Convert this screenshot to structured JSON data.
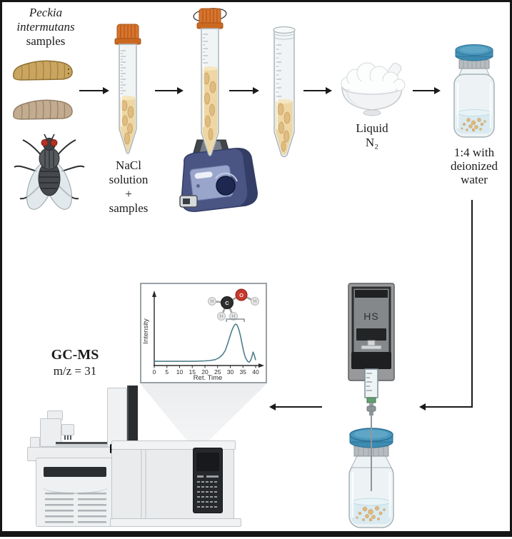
{
  "labels": {
    "specimen": [
      "Peckia",
      "intermutans",
      "samples"
    ],
    "nacl": [
      "NaCl",
      "solution",
      "+",
      "samples"
    ],
    "liquid_n2": [
      "Liquid",
      "N₂"
    ],
    "dilution": [
      "1:4 with",
      "deionized",
      "water"
    ],
    "gcms": [
      "GC-MS",
      "m/z = 31"
    ],
    "headspace": "HS"
  },
  "molecule": {
    "name": "methanol",
    "C": "C",
    "O": "O",
    "H": "H"
  },
  "chart_data": {
    "type": "line",
    "title": "",
    "xlabel": "Ret. Time",
    "ylabel": "Intensity",
    "x_ticks": [
      0,
      5,
      10,
      15,
      20,
      25,
      30,
      35,
      40
    ],
    "xlim": [
      0,
      40
    ],
    "ylim": [
      0,
      1.1
    ],
    "grid": false,
    "legend": null,
    "line_color": "#4e7f8c",
    "series": [
      {
        "name": "headspace GC chromatogram",
        "x": [
          0,
          4,
          8,
          12,
          16,
          20,
          22,
          24,
          25,
          26,
          27,
          28,
          29,
          30,
          30.5,
          31,
          31.5,
          32,
          32.5,
          33,
          33.5,
          34,
          34.5,
          35,
          35.5,
          36,
          36.5,
          37,
          37.5,
          38,
          38.5,
          39,
          39.5,
          40
        ],
        "y": [
          0.07,
          0.07,
          0.07,
          0.07,
          0.07,
          0.08,
          0.09,
          0.11,
          0.14,
          0.18,
          0.24,
          0.34,
          0.52,
          0.72,
          0.82,
          0.9,
          0.96,
          1.0,
          0.99,
          0.93,
          0.84,
          0.71,
          0.55,
          0.39,
          0.26,
          0.16,
          0.1,
          0.06,
          0.05,
          0.09,
          0.18,
          0.3,
          0.22,
          0.1
        ]
      }
    ],
    "peak_annotation": {
      "molecule": "methanol",
      "bracket_x_range": [
        28.5,
        35.5
      ],
      "peak_retention_time": 32
    }
  },
  "colors": {
    "tube_cap_orange": "#d9742c",
    "vial_cap_blue": "#4292b8",
    "vortex_navy": "#4a5584",
    "chromatogram_line": "#4e7f8c",
    "oxygen_red": "#c7392e",
    "sample_tan": "#e3c284",
    "arrow_black": "#1a1a1a"
  },
  "icons": [
    "larva-icon",
    "fly-icon",
    "falcon-tube-icon",
    "vortex-mixer-icon",
    "liquid-nitrogen-bowl-icon",
    "headspace-vial-icon",
    "headspace-sampler-icon",
    "syringe-icon",
    "gcms-instrument-icon",
    "methanol-molecule-icon",
    "arrow-right-icon",
    "arrow-left-icon"
  ]
}
